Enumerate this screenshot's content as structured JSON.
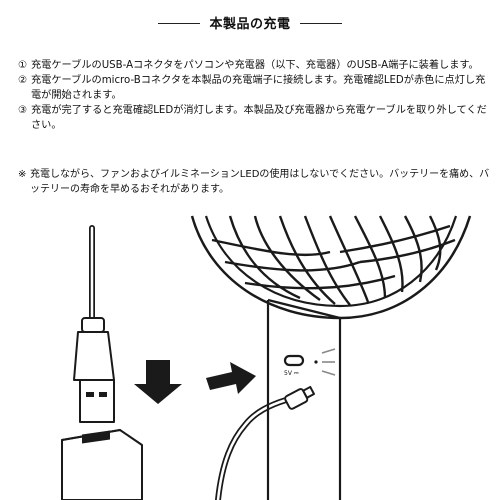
{
  "header": {
    "title": "本製品の充電"
  },
  "steps": [
    {
      "num": "①",
      "text": "充電ケーブルのUSB-Aコネクタをパソコンや充電器（以下、充電器）のUSB-A端子に装着します。"
    },
    {
      "num": "②",
      "text": "充電ケーブルのmicro-Bコネクタを本製品の充電端子に接続します。充電確認LEDが赤色に点灯し充電が開始されます。"
    },
    {
      "num": "③",
      "text": "充電が完了すると充電確認LEDが消灯します。本製品及び充電器から充電ケーブルを取り外してください。"
    }
  ],
  "note": {
    "mark": "※",
    "text": "充電しながら、ファンおよびイルミネーションLEDの使用はしないでください。バッテリーを痛め、バッテリーの寿命を早めるおそれがあります。"
  },
  "illustration": {
    "port_label": "5V ⎓"
  }
}
